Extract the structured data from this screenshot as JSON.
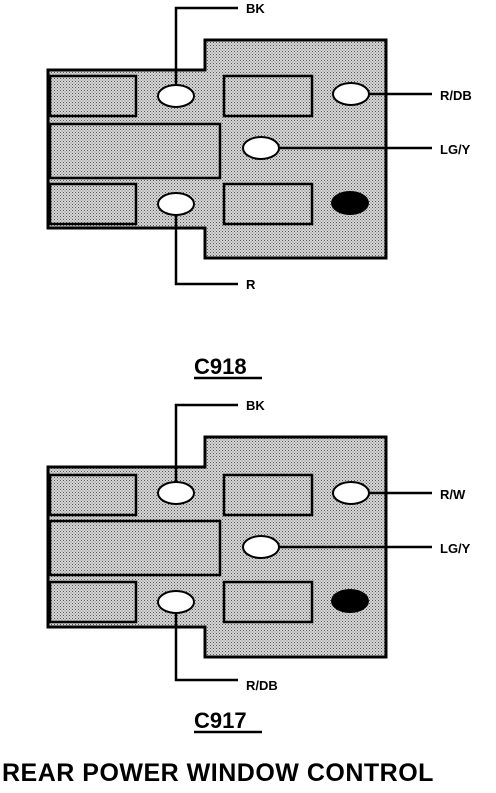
{
  "page_title": "REAR POWER WINDOW CONTROL",
  "connectors": [
    {
      "id": "C918",
      "wires": {
        "top": "BK",
        "right_upper": "R/DB",
        "right_middle": "LG/Y",
        "bottom": "R"
      }
    },
    {
      "id": "C917",
      "wires": {
        "top": "BK",
        "right_upper": "R/W",
        "right_middle": "LG/Y",
        "bottom": "R/DB"
      }
    }
  ],
  "colors": {
    "stipple_fill": "#b8b8b8",
    "outline": "#000000",
    "pin_hole": "#ffffff",
    "filled_cavity": "#000000"
  }
}
